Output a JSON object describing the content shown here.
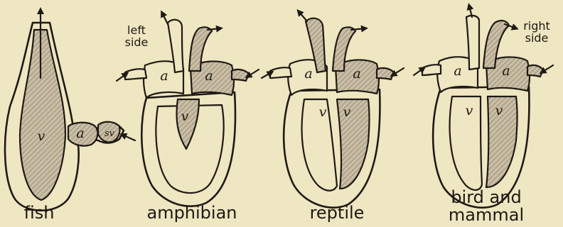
{
  "colors": {
    "paper": "#efe6c2",
    "ink": "#1e1a14",
    "shading": "#b9ad95"
  },
  "hearts": [
    {
      "caption": "fish",
      "chambers": [
        "v",
        "a",
        "sv"
      ]
    },
    {
      "caption": "amphibian",
      "side_label": "left\nside",
      "chambers": [
        "a",
        "a",
        "v"
      ]
    },
    {
      "caption": "reptile",
      "chambers": [
        "a",
        "a",
        "v",
        "v"
      ]
    },
    {
      "caption": "bird and\nmammal",
      "side_label": "right\nside",
      "chambers": [
        "a",
        "a",
        "v",
        "v"
      ]
    }
  ],
  "icons": [
    "blood-flow-arrow-icon"
  ]
}
